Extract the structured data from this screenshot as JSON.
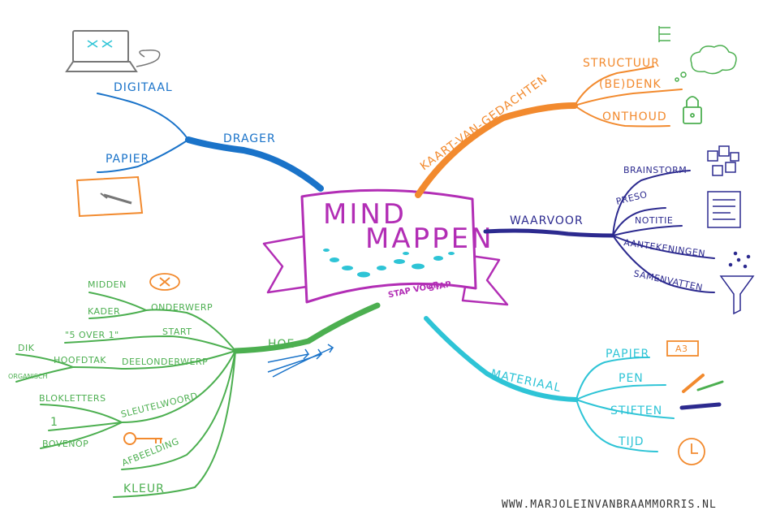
{
  "center": {
    "title_line1": "MIND",
    "title_line2": "MAPPEN",
    "subtitle_line1": "STAP VOOR",
    "subtitle_line2": "STAP"
  },
  "branches": {
    "drager": {
      "label": "DRAGER",
      "color": "#1a73c9",
      "children": [
        "DIGITAAL",
        "PAPIER"
      ]
    },
    "kaart": {
      "label": "KAART-VAN-GEDACHTEN",
      "color": "#f28a2e",
      "children": [
        "STRUCTUUR",
        "(BE)DENK",
        "ONTHOUD"
      ]
    },
    "waarvoor": {
      "label": "WAARVOOR",
      "color": "#2c2a8f",
      "children": [
        "BRAINSTORM",
        "PRESO",
        "NOTITIE",
        "AANTEKENINGEN",
        "SAMENVATTEN"
      ]
    },
    "materiaal": {
      "label": "MATERIAAL",
      "color": "#2ec4d6",
      "children": [
        "PAPIER",
        "PEN",
        "STIFTEN",
        "TIJD"
      ],
      "papier_badge": "A3"
    },
    "hoe": {
      "label": "HOE",
      "color": "#4caf50",
      "onderwerp": "ONDERWERP",
      "onderwerp_children": [
        "MIDDEN",
        "KADER"
      ],
      "start": "START",
      "start_child": "\"5 OVER 1\"",
      "deelonderwerp": "DEELONDERWERP",
      "hoofdtak": "HOOFDTAK",
      "hoofdtak_children": [
        "DIK",
        "ORGANISCH"
      ],
      "sleutelwoord": "SLEUTELWOORD",
      "sleutelwoord_children": [
        "BLOKLETTERS",
        "1",
        "BOVENOP"
      ],
      "afbeelding": "AFBEELDING",
      "kleur": "KLEUR"
    }
  },
  "footer_url": "WWW.MARJOLEINVANBRAAMMORRIS.NL"
}
